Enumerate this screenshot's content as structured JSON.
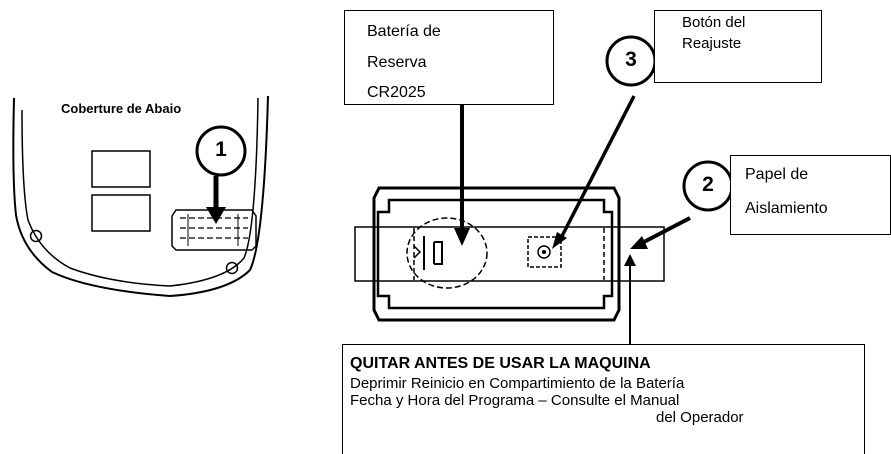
{
  "labels": {
    "bottom_cover": "Coberture de Abaio",
    "backup_battery": [
      "Batería de",
      "Reserva",
      "CR2025"
    ],
    "reset_button": [
      "Botón del",
      "Reajuste"
    ],
    "insulation_paper": [
      "Papel de",
      "Aislamiento"
    ]
  },
  "callouts": [
    "1",
    "2",
    "3"
  ],
  "notice": {
    "title": "QUITAR ANTES DE USAR LA MAQUINA",
    "lines": [
      "Deprimir Reinicio en Compartimiento de la Batería",
      "Fecha y Hora del Programa – Consulte el Manual",
      "del Operador"
    ]
  }
}
